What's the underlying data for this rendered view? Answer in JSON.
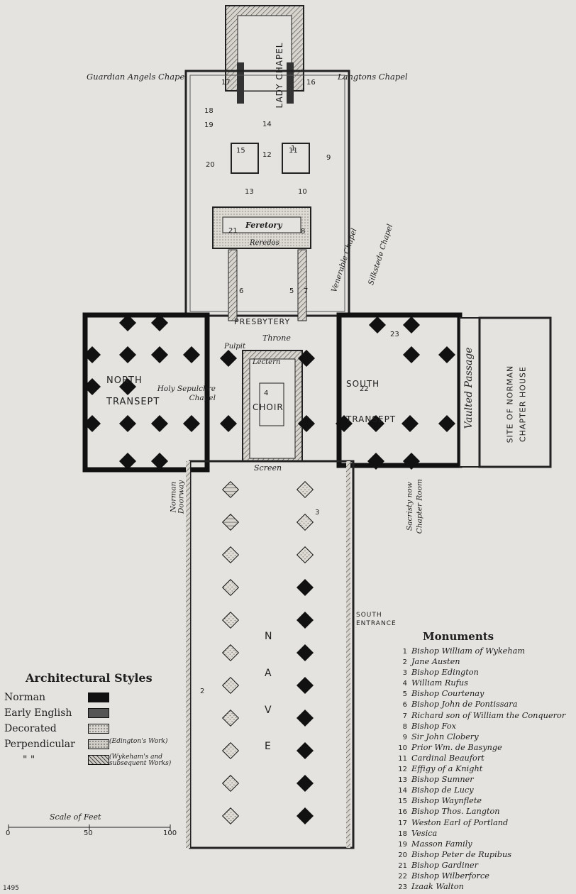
{
  "plan": {
    "chapels": {
      "lady": "LADY CHAPEL",
      "guardian_angels": "Guardian Angels Chapel",
      "langtons": "Langtons Chapel",
      "holy_sepulchre": "Holy Sepulchre Chapel",
      "venerable": "Venerable Chapel",
      "silkstede": "Silkstede Chapel"
    },
    "areas": {
      "presbytery": "PRESBYTERY",
      "feretory": "Feretory",
      "reredos": "Reredos",
      "throne": "Throne",
      "pulpit": "Pulpit",
      "lectern": "Lectern",
      "choir": "CHOIR",
      "screen": "Screen",
      "north_transept": "NORTH TRANSEPT",
      "south_transept": "SOUTH TRANSEPT",
      "nave": "NAVE",
      "vaulted_passage": "Vaulted Passage",
      "chapter_house": "SITE OF NORMAN CHAPTER HOUSE",
      "norman_doorway": "Norman Doorway",
      "sacristy": "Sacristy now Chapter Room",
      "south_entrance": "SOUTH ENTRANCE"
    },
    "markers": [
      "1",
      "2",
      "3",
      "4",
      "5",
      "6",
      "7",
      "8",
      "9",
      "10",
      "11",
      "12",
      "13",
      "14",
      "15",
      "16",
      "17",
      "18",
      "19",
      "20",
      "21",
      "22",
      "23"
    ]
  },
  "legend": {
    "title": "Architectural Styles",
    "items": [
      {
        "name": "Norman",
        "color": "#111111",
        "pattern": "solid"
      },
      {
        "name": "Early English",
        "color": "#555555",
        "pattern": "solid"
      },
      {
        "name": "Decorated",
        "color": "#d8d6cf",
        "pattern": "dots"
      },
      {
        "name": "Perpendicular",
        "color": "#cfcdc6",
        "pattern": "dots",
        "note": "(Edington's Work)"
      },
      {
        "name": "\" \"",
        "color": "#cfcdc6",
        "pattern": "hatch",
        "note": "(Wykeham's and subsequent Works)"
      }
    ]
  },
  "scale": {
    "title": "Scale of Feet",
    "ticks": [
      "0",
      "50",
      "100"
    ]
  },
  "monuments": {
    "title": "Monuments",
    "items": [
      {
        "n": "1",
        "name": "Bishop William of Wykeham"
      },
      {
        "n": "2",
        "name": "Jane Austen"
      },
      {
        "n": "3",
        "name": "Bishop Edington"
      },
      {
        "n": "4",
        "name": "William Rufus"
      },
      {
        "n": "5",
        "name": "Bishop Courtenay"
      },
      {
        "n": "6",
        "name": "Bishop John de Pontissara"
      },
      {
        "n": "7",
        "name": "Richard son of William the Conqueror"
      },
      {
        "n": "8",
        "name": "Bishop Fox"
      },
      {
        "n": "9",
        "name": "Sir John Clobery"
      },
      {
        "n": "10",
        "name": "Prior Wm. de Basynge"
      },
      {
        "n": "11",
        "name": "Cardinal Beaufort"
      },
      {
        "n": "12",
        "name": "Effigy of a Knight"
      },
      {
        "n": "13",
        "name": "Bishop Sumner"
      },
      {
        "n": "14",
        "name": "Bishop de Lucy"
      },
      {
        "n": "15",
        "name": "Bishop Waynflete"
      },
      {
        "n": "16",
        "name": "Bishop Thos. Langton"
      },
      {
        "n": "17",
        "name": "Weston Earl of Portland"
      },
      {
        "n": "18",
        "name": "Vesica"
      },
      {
        "n": "19",
        "name": "Masson Family"
      },
      {
        "n": "20",
        "name": "Bishop Peter de Rupibus"
      },
      {
        "n": "21",
        "name": "Bishop Gardiner"
      },
      {
        "n": "22",
        "name": "Bishop Wilberforce"
      },
      {
        "n": "23",
        "name": "Izaak Walton"
      }
    ]
  },
  "plate_number": "1495"
}
